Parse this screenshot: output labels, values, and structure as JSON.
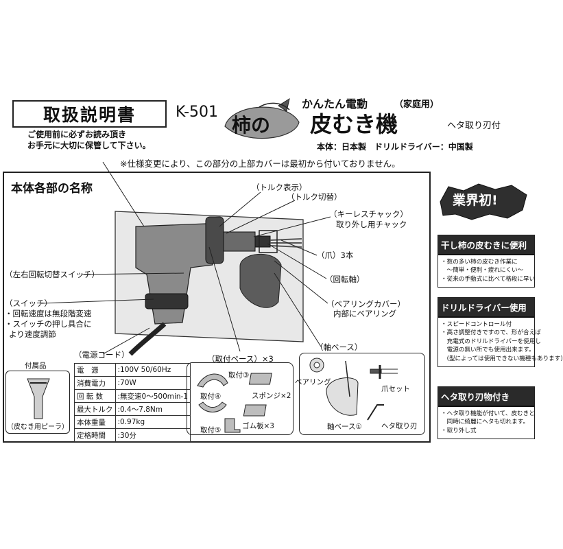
{
  "header": {
    "doc_title": "取扱説明書",
    "model_no": "K-501",
    "pre_use_line1": "ご使用前に必ずお読み頂き",
    "pre_use_line2": "お手元に大切に保管して下さい。",
    "subtitle": "かんたん電動",
    "subtitle_paren": "（家庭用）",
    "product_kaki": "柿の",
    "product_main": "皮むき機",
    "product_sub": "ヘタ取り刃付",
    "origin": "本体：日本製　ドリルドライバー：中国製",
    "spec_note": "※仕様変更により、この部分の上部カバーは最初から付いておりません。"
  },
  "parts": {
    "heading": "本体各部の名称",
    "torque_display": "（トルク表示）",
    "torque_switch": "（トルク切替）",
    "keyless_chuck": "（キーレスチャック）",
    "keyless_chuck_sub": "取り外し用チャック",
    "claws": "（爪）3本",
    "rotary_shaft": "（回転軸）",
    "bearing_cover": "（ベアリングカバー）",
    "bearing_cover_sub": "内部にベアリング",
    "direction_switch": "（左右回転切替スイッチ）",
    "switch": "（スイッチ）",
    "switch_note1": "・回転速度は無段階変速",
    "switch_note2": "・スイッチの押し具合に",
    "switch_note3": "より速度調節",
    "power_cord": "（電源コード）",
    "mount_base": "（取付ベース）×3",
    "shaft_base": "（軸ベース）"
  },
  "accessory": {
    "title": "付属品",
    "label": "（皮むき用ピーラ）"
  },
  "spec": [
    {
      "label": "電　源",
      "value": ":100V  50/60Hz"
    },
    {
      "label": "消費電力",
      "value": ":70W"
    },
    {
      "label": "回 転 数",
      "value": ":無変速0～500min-1"
    },
    {
      "label": "最大トルク",
      "value": ":0.4～7.8Nm"
    },
    {
      "label": "本体重量",
      "value": ":0.97kg"
    },
    {
      "label": "定格時間",
      "value": ":30分"
    }
  ],
  "kit1": {
    "mount3": "取付③",
    "mount4": "取付④",
    "mount5": "取付⑤",
    "sponge": "スポンジ×2",
    "rubber": "ゴム板×3"
  },
  "kit2": {
    "bearing": "ベアリング",
    "claw_set": "爪セット",
    "shaft_base1": "軸ベース①",
    "heta_blade": "ヘタ取り刃"
  },
  "side": {
    "badge": "業界初!",
    "panel1_head": "干し柿の皮むきに便利",
    "panel1_lines": [
      "・数の多い柿の皮むき作業に",
      "　～簡単・便利・疲れにくい～",
      "・従来の手動式に比べて格段に早い"
    ],
    "panel2_head": "ドリルドライバー使用",
    "panel2_lines": [
      "・スピードコントロール付",
      "・高さ調整付きですので、形が合えば",
      "　充電式のドリルドライバーを使用し",
      "　電源の無い所でも使用出来ます。",
      "　(型によっては使用できない機種もあります)"
    ],
    "panel3_head": "ヘタ取り刃物付き",
    "panel3_lines": [
      "・ヘタ取り機能が付いて、皮むきと",
      "　同時に綺麗にヘタも切れます。",
      "・取り外し式"
    ]
  },
  "colors": {
    "ink": "#111111",
    "panel_head": "#2a2a2a",
    "photo_gray": "#8a8a8a"
  }
}
